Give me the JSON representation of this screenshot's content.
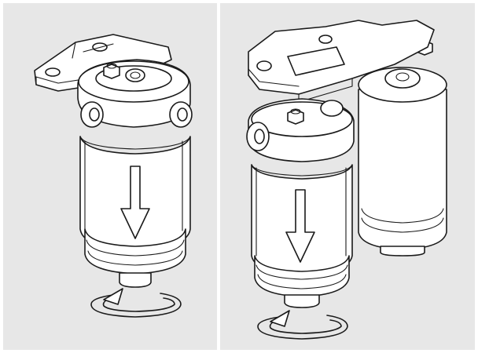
{
  "figure": {
    "panels": [
      {
        "id": "single-filter",
        "arrow": "down",
        "rotation": "counter-clockwise"
      },
      {
        "id": "double-filter",
        "arrow": "down",
        "rotation": "counter-clockwise"
      }
    ]
  },
  "colors": {
    "background": "#e7e7e7",
    "divider": "#ffffff",
    "line": "#1a1a1a",
    "fill": "#ffffff"
  },
  "icons": [
    "down-arrow-icon",
    "rotate-icon"
  ]
}
